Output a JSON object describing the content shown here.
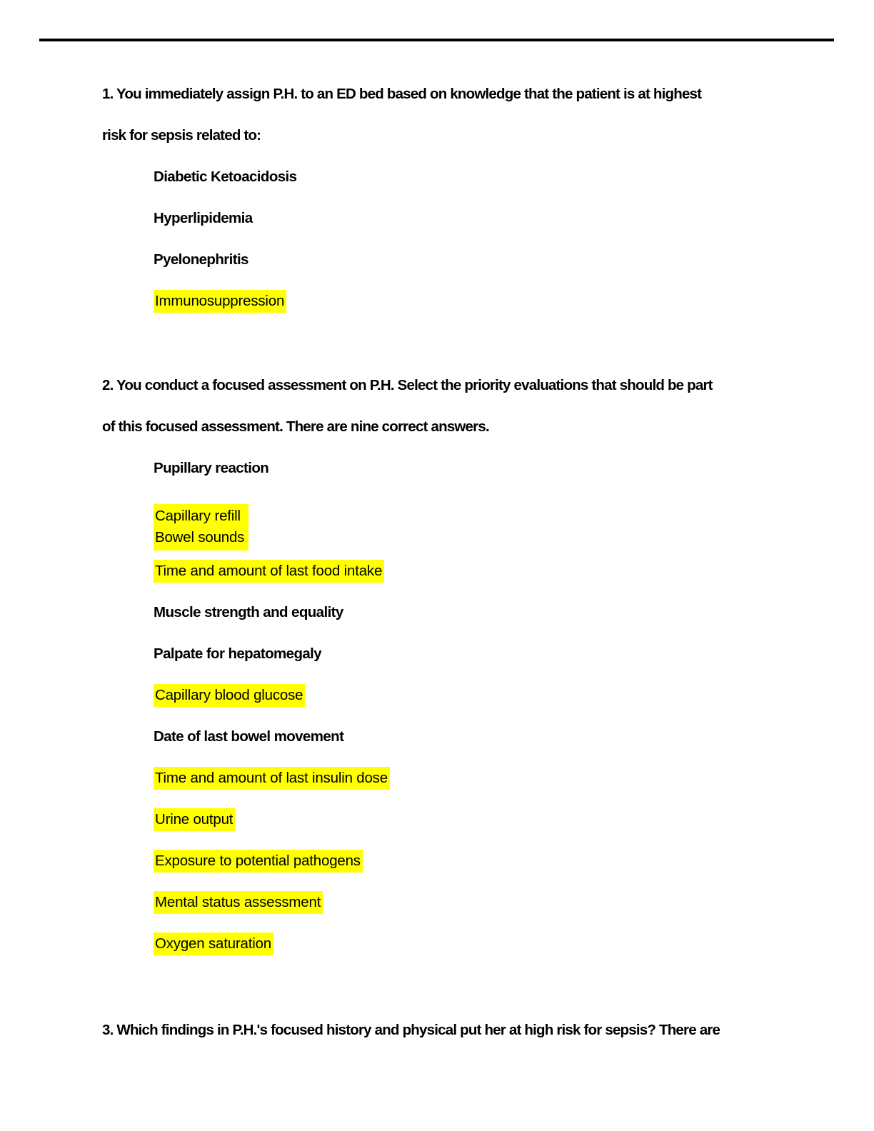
{
  "page": {
    "highlight_color": "#ffff00",
    "text_color": "#000000",
    "background_color": "#ffffff"
  },
  "questions": [
    {
      "number": 1,
      "lines": [
        "1. You immediately assign P.H. to an ED bed based on knowledge that the patient is at highest",
        "risk for sepsis related to:"
      ],
      "options": [
        {
          "text": "Diabetic Ketoacidosis",
          "highlighted": false
        },
        {
          "text": "Hyperlipidemia",
          "highlighted": false
        },
        {
          "text": "Pyelonephritis",
          "highlighted": false
        },
        {
          "text": "Immunosuppression",
          "highlighted": true
        }
      ]
    },
    {
      "number": 2,
      "lines": [
        "2. You conduct a focused assessment on P.H. Select the priority evaluations that should be part",
        "of this focused assessment. There are nine correct answers."
      ],
      "options": [
        {
          "text": "Pupillary reaction",
          "highlighted": false
        },
        {
          "text": "Capillary refill",
          "highlighted": true
        },
        {
          "text": "Bowel sounds",
          "highlighted": true
        },
        {
          "text": "Time and amount of last food intake",
          "highlighted": true
        },
        {
          "text": "Muscle strength and equality",
          "highlighted": false
        },
        {
          "text": "Palpate for hepatomegaly",
          "highlighted": false
        },
        {
          "text": "Capillary blood glucose",
          "highlighted": true
        },
        {
          "text": "Date of last bowel movement",
          "highlighted": false
        },
        {
          "text": "Time and amount of last insulin dose",
          "highlighted": true
        },
        {
          "text": "Urine output",
          "highlighted": true
        },
        {
          "text": "Exposure to potential pathogens",
          "highlighted": true
        },
        {
          "text": "Mental status assessment",
          "highlighted": true
        },
        {
          "text": "Oxygen saturation",
          "highlighted": true
        }
      ]
    },
    {
      "number": 3,
      "lines": [
        "3. Which findings in P.H.'s focused history and physical put her at high risk for sepsis? There are"
      ]
    }
  ]
}
